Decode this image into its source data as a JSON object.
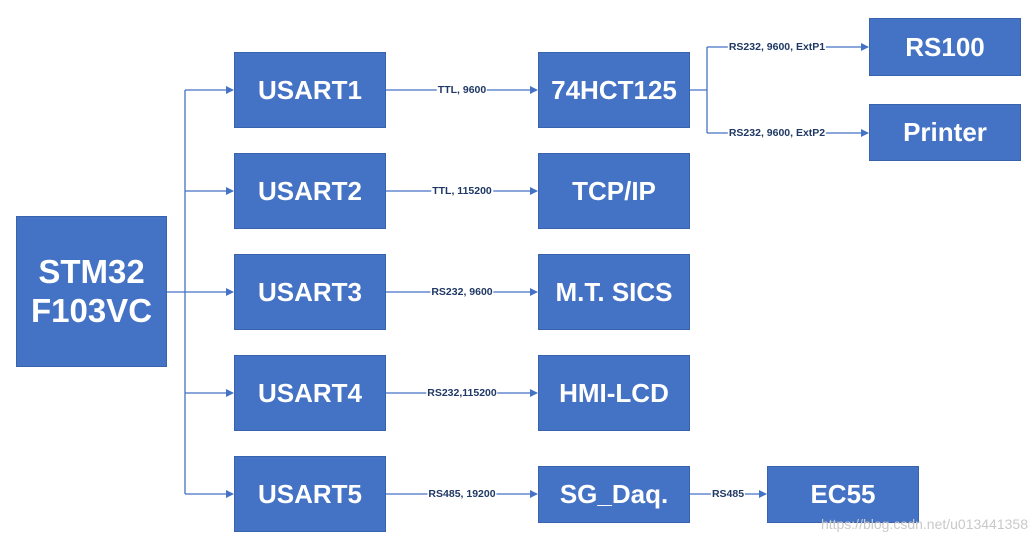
{
  "main": {
    "line1": "STM32",
    "line2": "F103VC"
  },
  "usarts": [
    "USART1",
    "USART2",
    "USART3",
    "USART4",
    "USART5"
  ],
  "devices": {
    "hct": "74HCT125",
    "tcp": "TCP/IP",
    "mt": "M.T. SICS",
    "hmi": "HMI-LCD",
    "sg": "SG_Daq.",
    "rs100": "RS100",
    "printer": "Printer",
    "ec55": "EC55"
  },
  "links": {
    "u1": "TTL, 9600",
    "u2": "TTL, 115200",
    "u3": "RS232, 9600",
    "u4": "RS232,115200",
    "u5": "RS485, 19200",
    "ext1": "RS232, 9600, ExtP1",
    "ext2": "RS232, 9600, ExtP2",
    "sg_ec": "RS485"
  },
  "colors": {
    "box": "#4472c4",
    "line": "#4472c4",
    "text": "#ffffff"
  },
  "watermark": "https://blog.csdn.net/u013441358"
}
